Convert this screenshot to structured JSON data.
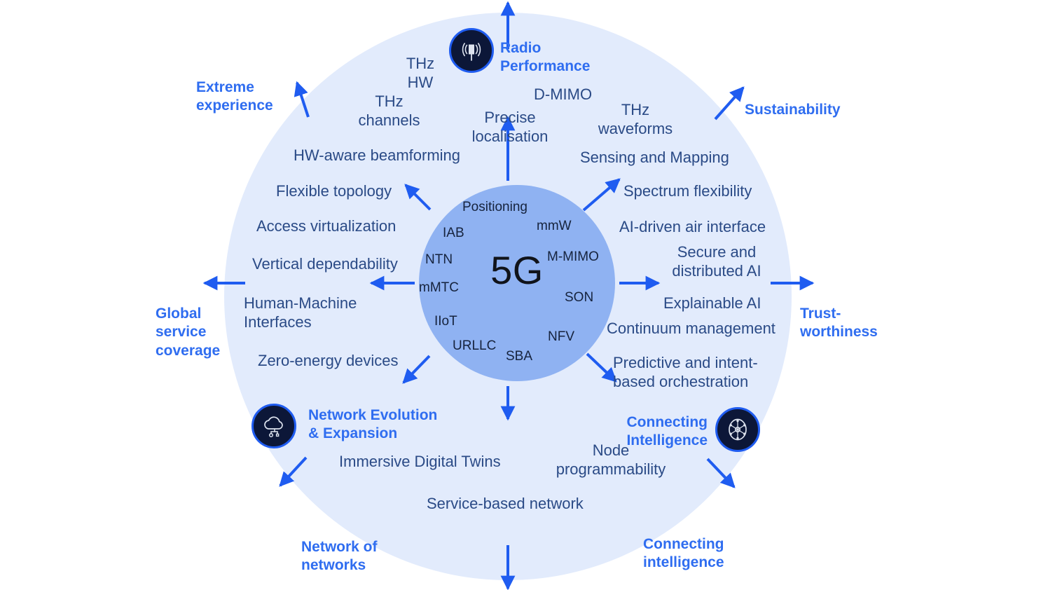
{
  "diagram": {
    "title": "5G to 6G capability evolution wheel",
    "core_label": "5G",
    "colors": {
      "outer_circle": "#e2ebfc",
      "inner_circle": "#8fb2f2",
      "ring_text": "#2a4a86",
      "category_text": "#2f6df0",
      "arrow": "#1f5cf0",
      "icon_background": "#0c1738",
      "icon_ring": "#1f5cf0",
      "core_text": "#10131a"
    }
  },
  "core_terms": [
    {
      "label": "Positioning"
    },
    {
      "label": "mmW"
    },
    {
      "label": "IAB"
    },
    {
      "label": "M-MIMO"
    },
    {
      "label": "NTN"
    },
    {
      "label": "mMTC"
    },
    {
      "label": "SON"
    },
    {
      "label": "IIoT"
    },
    {
      "label": "NFV"
    },
    {
      "label": "URLLC"
    },
    {
      "label": "SBA"
    }
  ],
  "ring_terms": [
    {
      "label": "THz\nHW"
    },
    {
      "label": "THz\nchannels"
    },
    {
      "label": "D-MIMO"
    },
    {
      "label": "THz\nwaveforms"
    },
    {
      "label": "Precise\nlocalisation"
    },
    {
      "label": "HW-aware beamforming"
    },
    {
      "label": "Sensing and Mapping"
    },
    {
      "label": "Flexible topology"
    },
    {
      "label": "Spectrum flexibility"
    },
    {
      "label": "Access virtualization"
    },
    {
      "label": "AI-driven air interface"
    },
    {
      "label": "Secure and\ndistributed AI"
    },
    {
      "label": "Vertical dependability"
    },
    {
      "label": "Explainable AI"
    },
    {
      "label": "Human-Machine\nInterfaces"
    },
    {
      "label": "Continuum management"
    },
    {
      "label": "Zero-energy devices"
    },
    {
      "label": "Predictive and intent-\nbased orchestration"
    },
    {
      "label": "Immersive Digital Twins"
    },
    {
      "label": "Node\nprogrammability"
    },
    {
      "label": "Service-based network"
    }
  ],
  "category_labels": [
    {
      "label": "Radio\nPerformance"
    },
    {
      "label": "Extreme\nexperience"
    },
    {
      "label": "Sustainability"
    },
    {
      "label": "Global\nservice\ncoverage"
    },
    {
      "label": "Trust-\nworthiness"
    },
    {
      "label": "Network Evolution\n& Expansion"
    },
    {
      "label": "Connecting\nIntelligence"
    },
    {
      "label": "Network of\nnetworks"
    },
    {
      "label": "Connecting\nintelligence"
    }
  ],
  "icons": [
    {
      "name": "radio-tower-icon"
    },
    {
      "name": "cloud-network-icon"
    },
    {
      "name": "ai-hub-icon"
    }
  ]
}
